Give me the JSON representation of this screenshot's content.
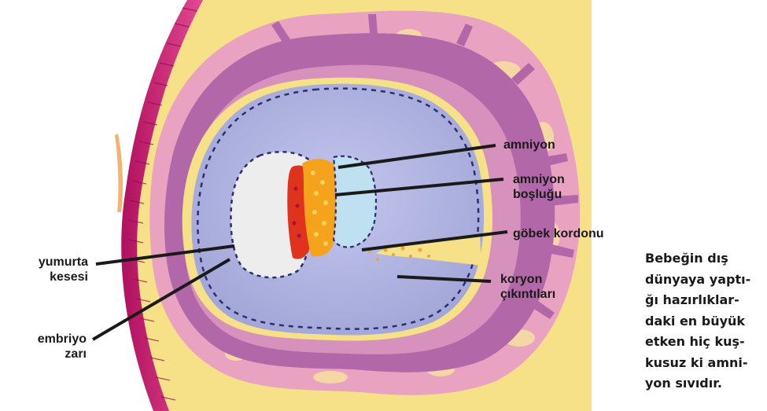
{
  "labels": {
    "amniyon": "amniyon",
    "amniyon_boslugu_line1": "amniyon",
    "amniyon_boslugu_line2": "boşluğu",
    "gobek_kordonu": "göbek kordonu",
    "koryon_line1": "koryon",
    "koryon_line2": "çıkıntıları",
    "yumurta_line1": "yumurta",
    "yumurta_line2": "kesesi",
    "embriyo_line1": "embriyo",
    "embriyo_line2": "zarı"
  },
  "caption": "Bebeğin dış\ndünyaya yaptı-\nğı hazırlıklar-\ndaki en büyük\netken hiç kuş-\nkusuz ki amni-\nyon sıvıdır.",
  "colors": {
    "background": "#ffffff",
    "uterine_wall": "#c8186e",
    "yellow_tissue": "#f6e189",
    "pink_tissue": "#e9a2c0",
    "purple_tissue": "#b167a8",
    "blue_sac": "#aeb1de",
    "white_embryo": "#ededee",
    "amnion_light_blue": "#bfe0f1",
    "embryo_orange": "#f5a21d",
    "label_text": "#1a1a1a"
  }
}
